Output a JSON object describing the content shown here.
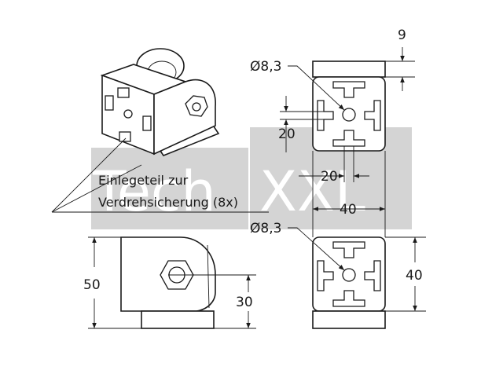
{
  "watermark": {
    "prefix": "Tech",
    "suffix": "XXL"
  },
  "dimensions": {
    "top_offset": "9",
    "bore_top": "Ø8,3",
    "bore_bottom": "Ø8,3",
    "inner_height": "20",
    "inner_width": "20",
    "width": "40",
    "height_right": "40",
    "height_side": "50",
    "axis_height": "30"
  },
  "callout": {
    "line1": "Einlegeteil zur",
    "line2": "Verdrehsicherung (8x)"
  }
}
